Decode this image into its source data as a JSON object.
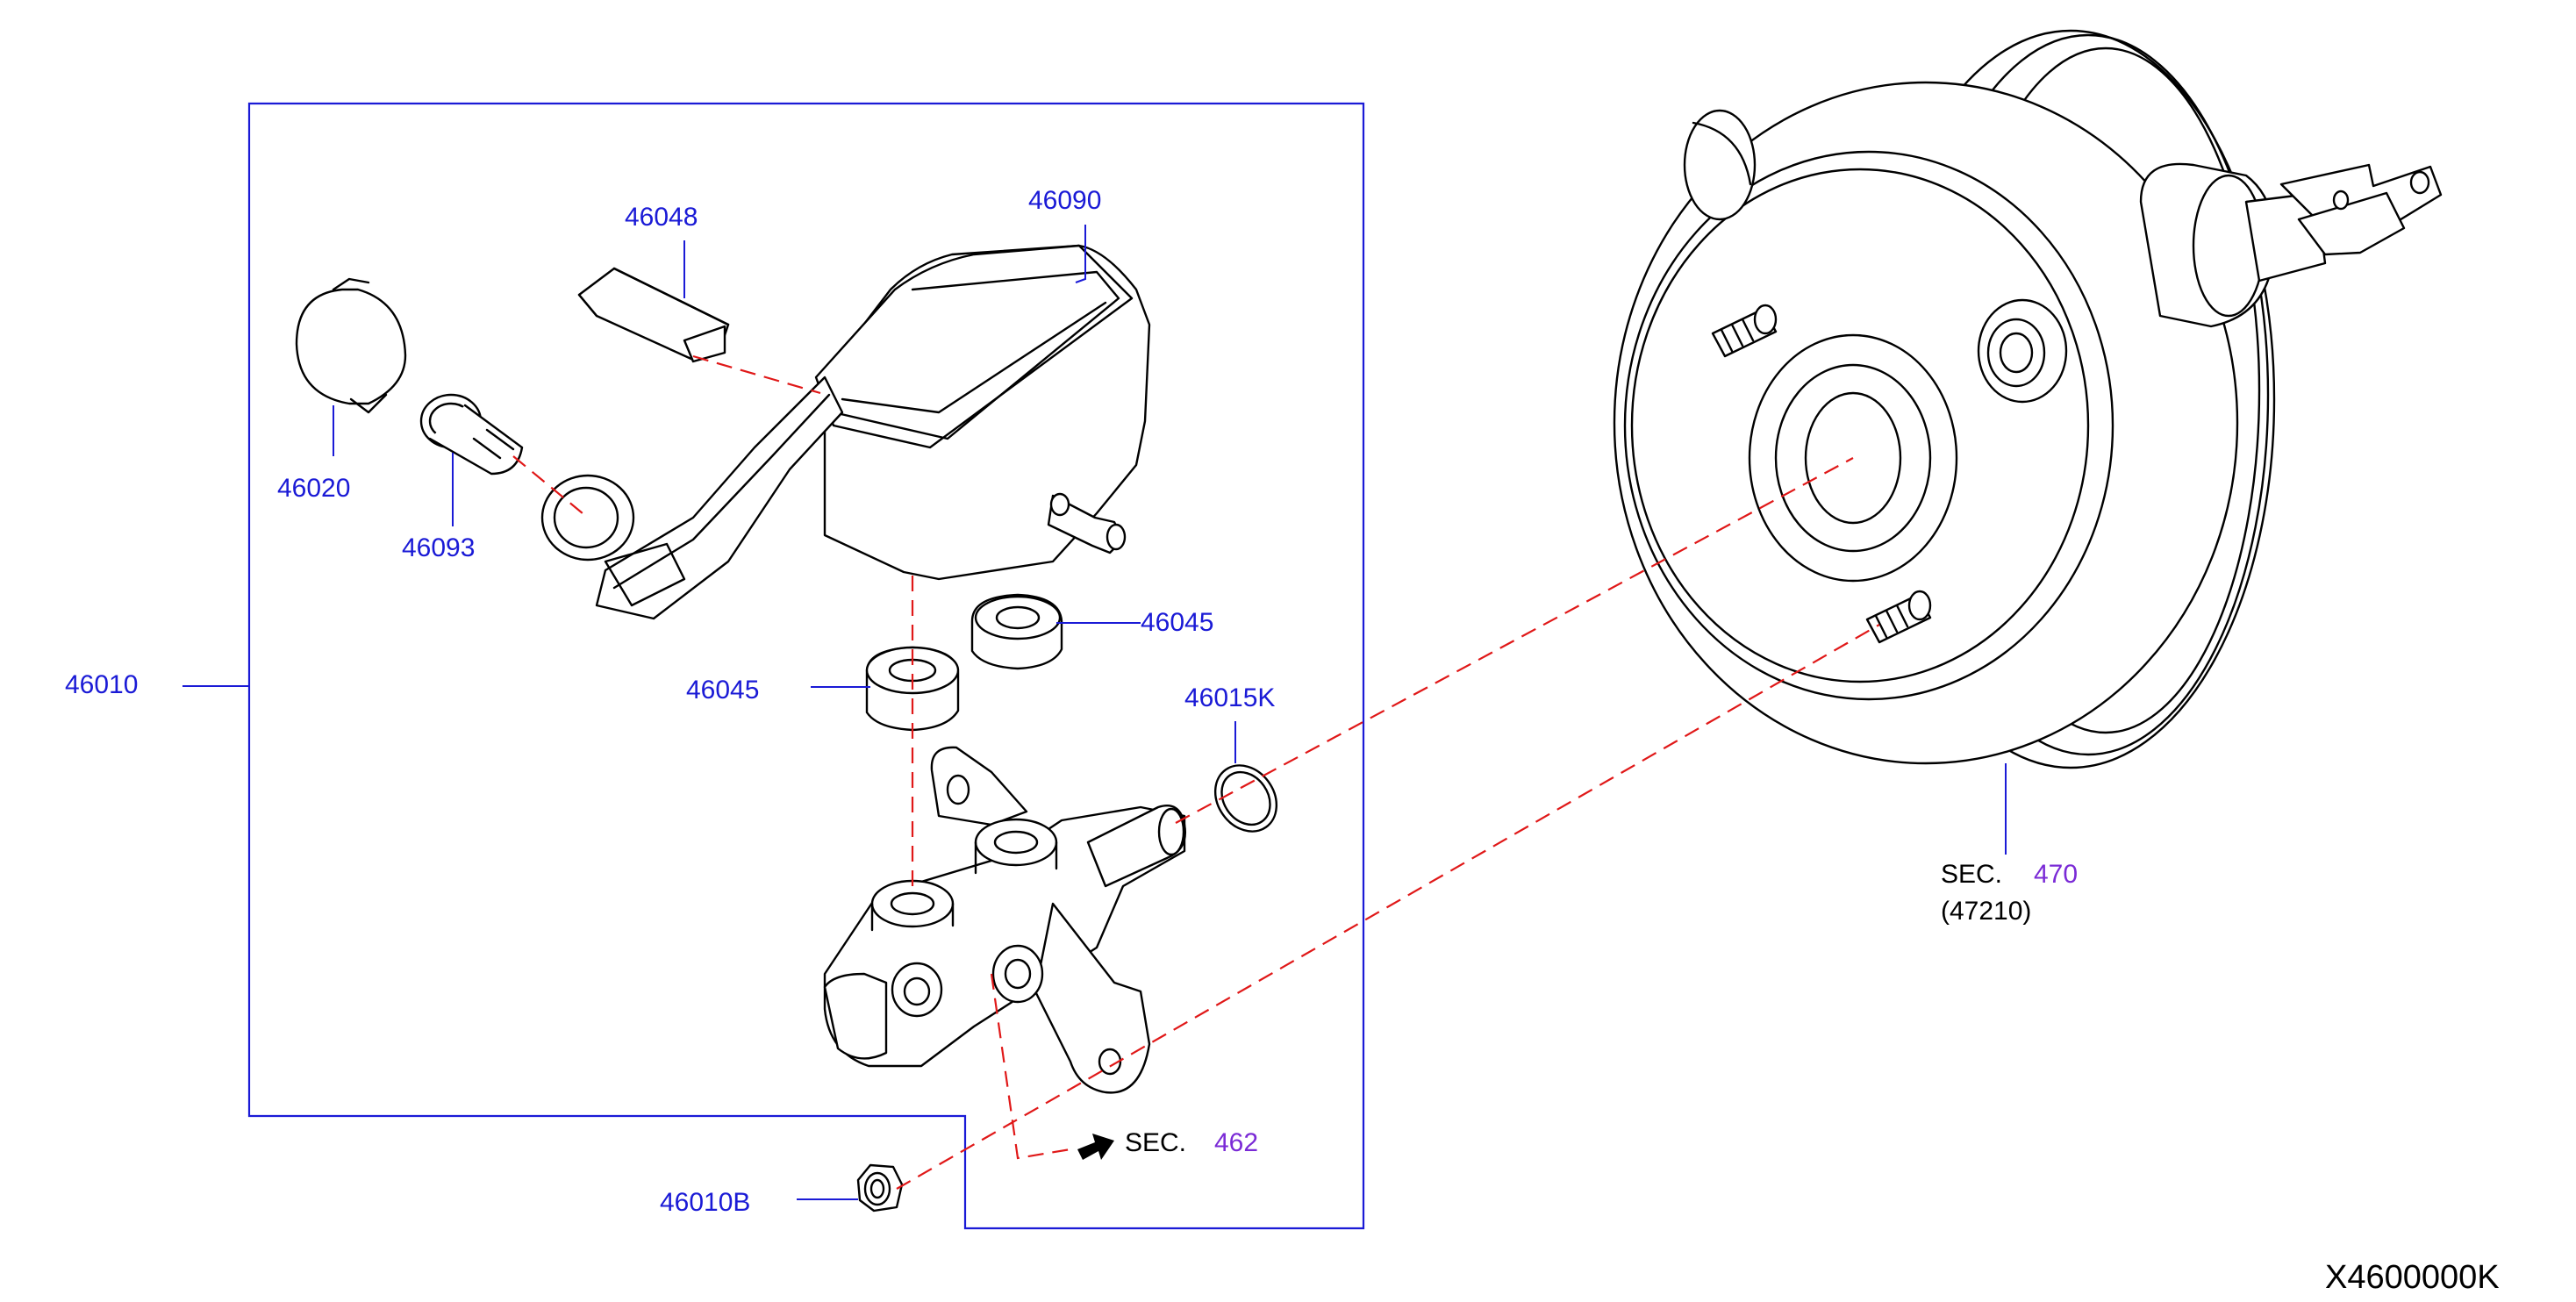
{
  "parts": {
    "p46048": "46048",
    "p46090": "46090",
    "p46020": "46020",
    "p46093": "46093",
    "p46010": "46010",
    "p46045a": "46045",
    "p46045b": "46045",
    "p46015k": "46015K",
    "p46010b": "46010B"
  },
  "sec470": {
    "prefix": "SEC.",
    "number": "470",
    "sub": "(47210)"
  },
  "sec462": {
    "prefix": "SEC.",
    "number": "462"
  },
  "diagram_code": "X4600000K",
  "colors": {
    "part_number": "#1a1ad6",
    "section_number": "#7a2ad6",
    "dashed_guide": "#e01818",
    "outline": "#000000"
  }
}
